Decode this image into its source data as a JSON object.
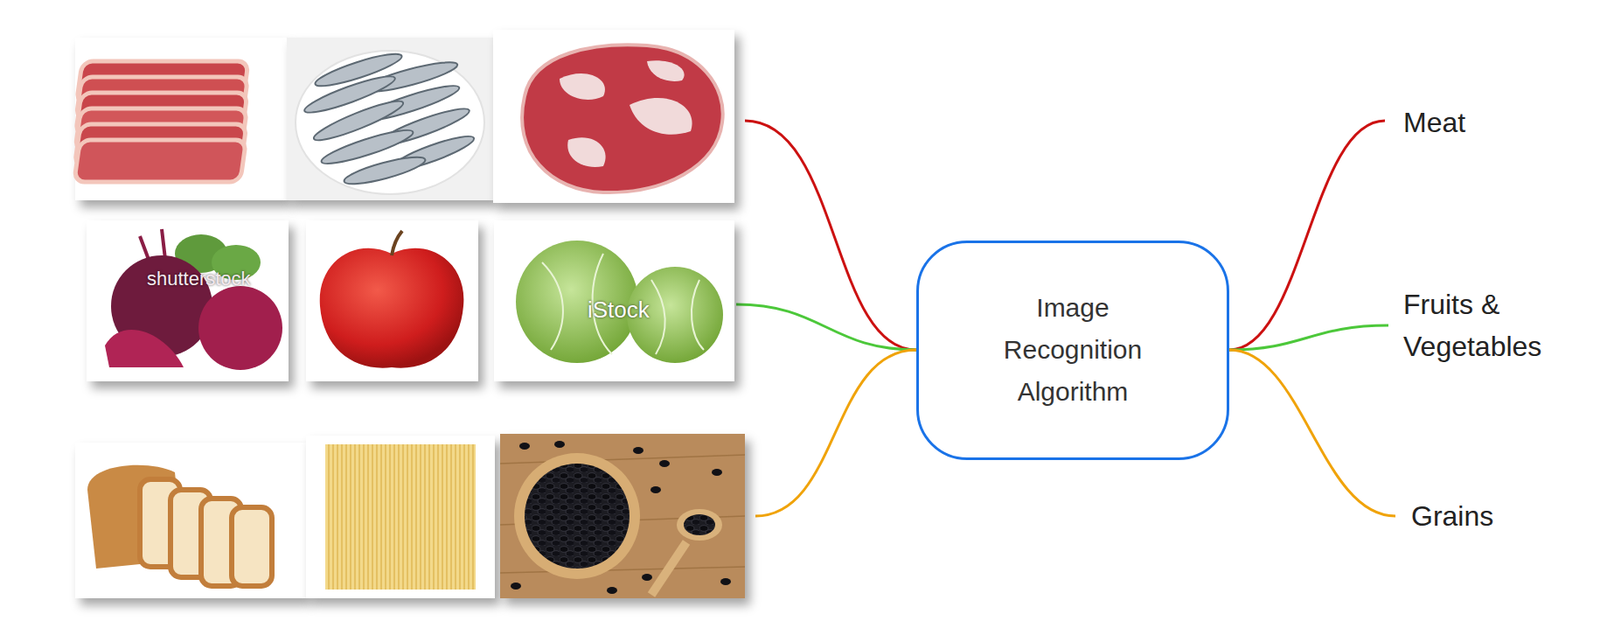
{
  "diagram": {
    "nodes": [
      {
        "text": [
          "Image Recognition Algorithm"
        ]
      }
    ],
    "labels": [
      "shutterstock",
      "iStock",
      "Meat",
      "Fruits & Vegetables",
      "Grains"
    ]
  }
}
